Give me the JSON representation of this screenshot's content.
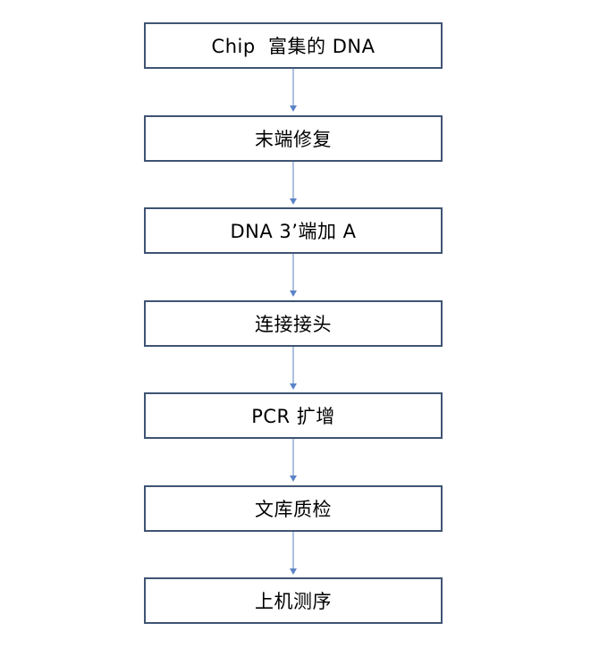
{
  "flow": {
    "steps": [
      {
        "label": "Chip  富集的 DNA"
      },
      {
        "label": "末端修复"
      },
      {
        "label": "DNA 3’端加 A"
      },
      {
        "label": "连接接头"
      },
      {
        "label": "PCR 扩增"
      },
      {
        "label": "文库质检"
      },
      {
        "label": "上机测序"
      }
    ]
  },
  "colors": {
    "box_border": "#3f5473",
    "arrow": "#5b83c6",
    "text": "#000000",
    "background": "#ffffff"
  }
}
